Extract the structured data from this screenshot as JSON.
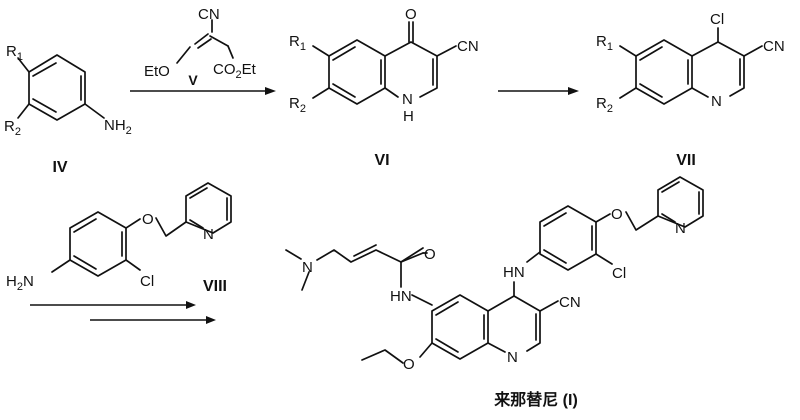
{
  "scheme": {
    "compounds": {
      "IV": {
        "label": "IV"
      },
      "V": {
        "label": "V",
        "groups": {
          "cn": "CN",
          "eto": "EtO",
          "ester": "CO",
          "ester_sub": "2",
          "ester_tail": "Et"
        }
      },
      "VI": {
        "label": "VI",
        "groups": {
          "oxo": "O",
          "cn": "CN",
          "nh_n": "N",
          "nh_h": "H"
        }
      },
      "VII": {
        "label": "VII",
        "groups": {
          "cl": "Cl",
          "cn": "CN",
          "ring_n": "N"
        }
      },
      "VIII": {
        "label": "VIII",
        "groups": {
          "o": "O",
          "ring_n": "N",
          "cl": "Cl",
          "amine": "H",
          "amine_sub": "2",
          "amine_n": "N"
        }
      },
      "I": {
        "label": "来那替尼 (I)",
        "groups": {
          "nme2": "N",
          "amide_o": "O",
          "amide_nh": "HN",
          "anilino_nh": "HN",
          "cn": "CN",
          "o_ether": "O",
          "ring_n": "N",
          "pyr_n": "N",
          "cl": "Cl",
          "o_pyr": "O"
        }
      }
    },
    "substituents": {
      "r1": "R",
      "r1_sub": "1",
      "r2": "R",
      "r2_sub": "2",
      "nh2_n": "NH",
      "nh2_sub": "2"
    }
  }
}
